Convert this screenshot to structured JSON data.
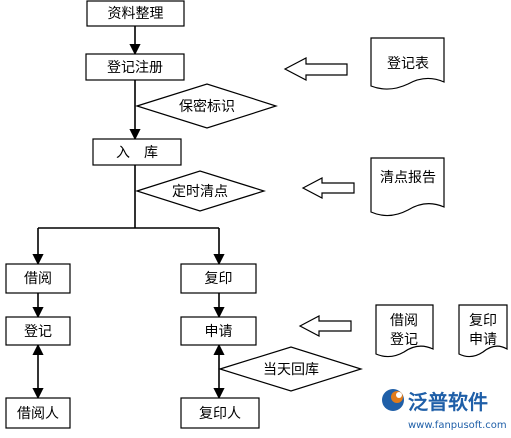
{
  "process": {
    "organize": "资料整理",
    "register": "登记注册",
    "security_mark": "保密标识",
    "store": "入　库",
    "inventory_check": "定时清点",
    "borrow": "借阅",
    "copy": "复印",
    "record": "登记",
    "apply": "申请",
    "borrower": "借阅人",
    "copier": "复印人",
    "same_day_return": "当天回库"
  },
  "documents": {
    "register_form": "登记表",
    "inventory_report": "清点报告",
    "borrow_record_line1": "借阅",
    "borrow_record_line2": "登记",
    "copy_request_line1": "复印",
    "copy_request_line2": "申请"
  },
  "logo": {
    "name": "泛普软件",
    "url": "www.fanpusoft.com",
    "colors": {
      "primary": "#1f5fa8",
      "accent": "#e07b1a"
    }
  }
}
